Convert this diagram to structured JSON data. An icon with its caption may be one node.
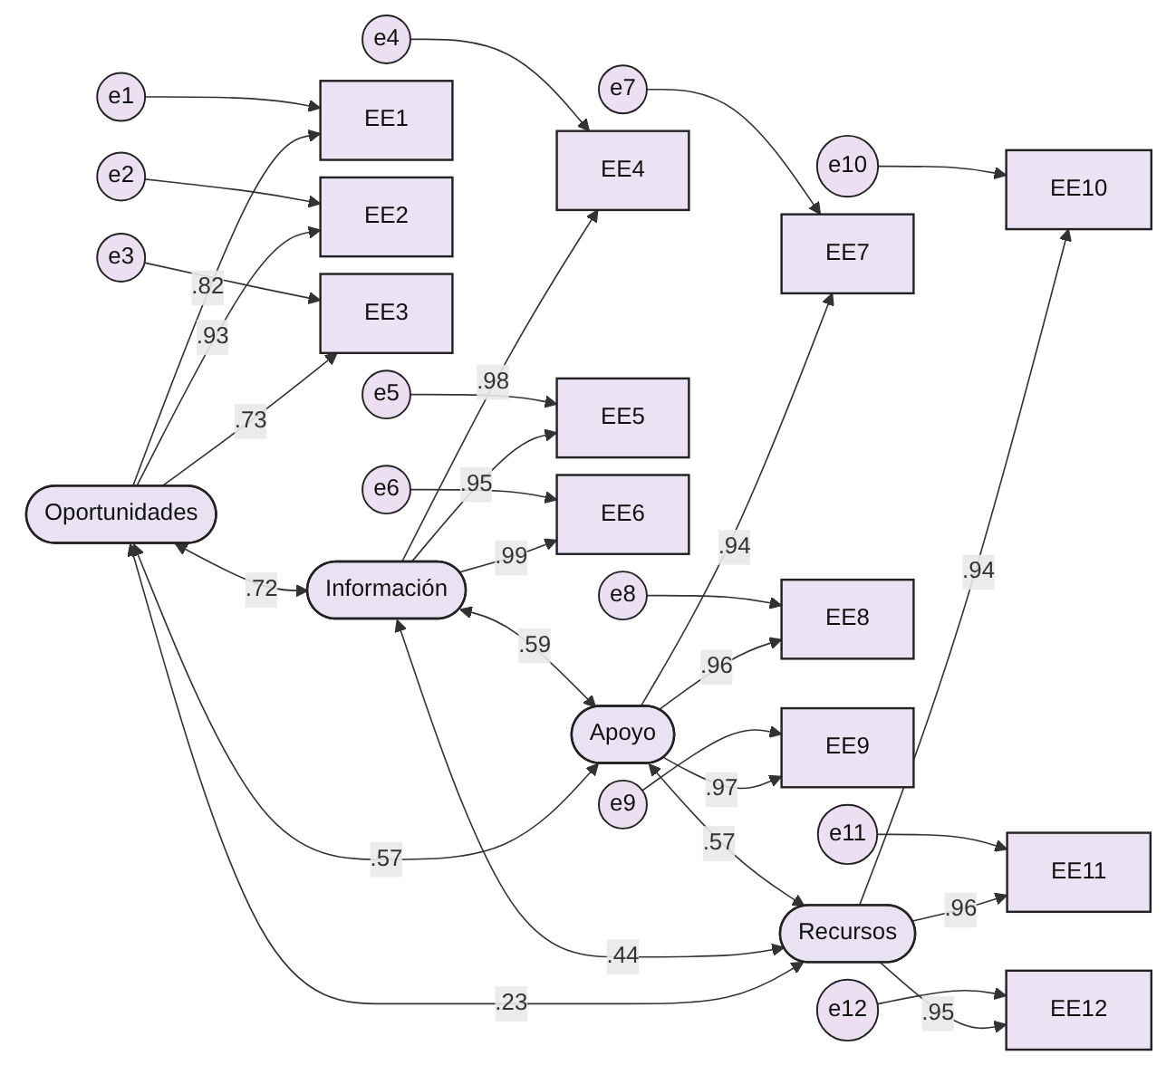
{
  "diagram": {
    "nodes": [
      {
        "text": [
          "Oportunidades"
        ]
      },
      {
        "text": [
          "Información"
        ]
      },
      {
        "text": [
          "Apoyo"
        ]
      },
      {
        "text": [
          "Recursos"
        ]
      },
      {
        "text": [
          "EE1"
        ]
      },
      {
        "text": [
          "EE2"
        ]
      },
      {
        "text": [
          "EE3"
        ]
      },
      {
        "text": [
          "EE4"
        ]
      },
      {
        "text": [
          "EE5"
        ]
      },
      {
        "text": [
          "EE6"
        ]
      },
      {
        "text": [
          "EE7"
        ]
      },
      {
        "text": [
          "EE8"
        ]
      },
      {
        "text": [
          "EE9"
        ]
      },
      {
        "text": [
          "EE10"
        ]
      },
      {
        "text": [
          "EE11"
        ]
      },
      {
        "text": [
          "EE12"
        ]
      },
      {
        "text": [
          "e1"
        ]
      },
      {
        "text": [
          "e2"
        ]
      },
      {
        "text": [
          "e3"
        ]
      },
      {
        "text": [
          "e4"
        ]
      },
      {
        "text": [
          "e5"
        ]
      },
      {
        "text": [
          "e6"
        ]
      },
      {
        "text": [
          "e7"
        ]
      },
      {
        "text": [
          "e8"
        ]
      },
      {
        "text": [
          "e9"
        ]
      },
      {
        "text": [
          "e10"
        ]
      },
      {
        "text": [
          "e11"
        ]
      },
      {
        "text": [
          "e12"
        ]
      }
    ],
    "edges": [
      {
        "from": 0,
        "to": 1,
        "arrow": "both",
        "label": ".72"
      },
      {
        "from": 0,
        "to": 2,
        "arrow": "both",
        "label": ".57"
      },
      {
        "from": 0,
        "to": 3,
        "arrow": "both",
        "label": ".23"
      },
      {
        "from": 1,
        "to": 2,
        "arrow": "both",
        "label": ".59"
      },
      {
        "from": 1,
        "to": 3,
        "arrow": "both",
        "label": ".44"
      },
      {
        "from": 2,
        "to": 3,
        "arrow": "both",
        "label": ".57"
      },
      {
        "from": 0,
        "to": 4,
        "arrow": "to",
        "label": ".82"
      },
      {
        "from": 0,
        "to": 5,
        "arrow": "to",
        "label": ".93"
      },
      {
        "from": 0,
        "to": 6,
        "arrow": "to",
        "label": ".73"
      },
      {
        "from": 1,
        "to": 7,
        "arrow": "to",
        "label": ".98"
      },
      {
        "from": 1,
        "to": 8,
        "arrow": "to",
        "label": ".95"
      },
      {
        "from": 1,
        "to": 9,
        "arrow": "to",
        "label": ".99"
      },
      {
        "from": 2,
        "to": 10,
        "arrow": "to",
        "label": ".94"
      },
      {
        "from": 2,
        "to": 11,
        "arrow": "to",
        "label": ".96"
      },
      {
        "from": 2,
        "to": 12,
        "arrow": "to",
        "label": ".97"
      },
      {
        "from": 3,
        "to": 13,
        "arrow": "to",
        "label": ".94"
      },
      {
        "from": 3,
        "to": 14,
        "arrow": "to",
        "label": ".96"
      },
      {
        "from": 3,
        "to": 15,
        "arrow": "to",
        "label": ".95"
      },
      {
        "from": 16,
        "to": 4,
        "arrow": "to"
      },
      {
        "from": 17,
        "to": 5,
        "arrow": "to"
      },
      {
        "from": 18,
        "to": 6,
        "arrow": "to"
      },
      {
        "from": 19,
        "to": 7,
        "arrow": "to"
      },
      {
        "from": 20,
        "to": 8,
        "arrow": "to"
      },
      {
        "from": 21,
        "to": 9,
        "arrow": "to"
      },
      {
        "from": 22,
        "to": 10,
        "arrow": "to"
      },
      {
        "from": 23,
        "to": 11,
        "arrow": "to"
      },
      {
        "from": 24,
        "to": 12,
        "arrow": "to"
      },
      {
        "from": 25,
        "to": 13,
        "arrow": "to"
      },
      {
        "from": 26,
        "to": 14,
        "arrow": "to"
      },
      {
        "from": 27,
        "to": 15,
        "arrow": "to"
      }
    ]
  }
}
